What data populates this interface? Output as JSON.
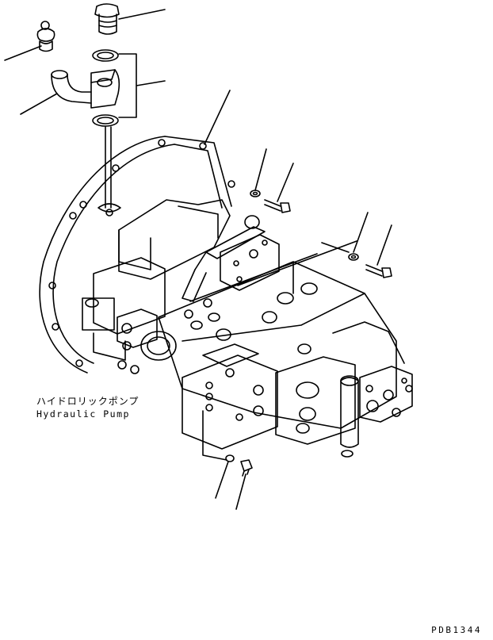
{
  "part_label": {
    "japanese": "ハイドロリックポンプ",
    "english": "Hydraulic Pump"
  },
  "drawing_code": "PDB1344",
  "colors": {
    "ink": "#000000",
    "paper": "#ffffff"
  },
  "icons": [
    "drain-plug",
    "breather-cap",
    "elbow-pipe",
    "o-ring",
    "washer",
    "bolt",
    "hydraulic-pump-assembly",
    "mounting-flange"
  ]
}
